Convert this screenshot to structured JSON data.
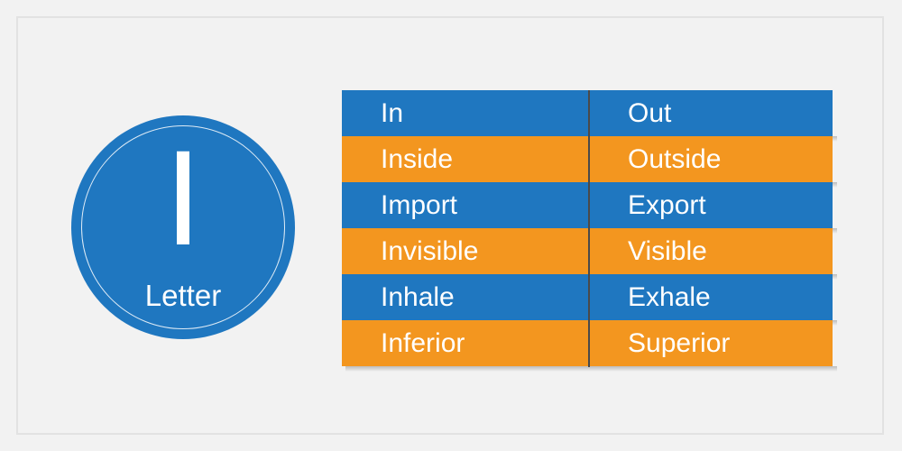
{
  "slide": {
    "background_color": "#f2f2f2",
    "frame_border_color": "#e2e2e2"
  },
  "badge": {
    "letter": "I",
    "caption": "Letter",
    "fill_color": "#1f77c0",
    "ring_color": "#ffffff",
    "text_color": "#ffffff"
  },
  "table": {
    "blue_color": "#1f77c0",
    "orange_color": "#f3961f",
    "divider_color": "#4a4a4a",
    "text_color": "#ffffff",
    "rows": [
      {
        "style": "blue",
        "left": "In",
        "right": "Out"
      },
      {
        "style": "orange",
        "left": "Inside",
        "right": "Outside"
      },
      {
        "style": "blue",
        "left": "Import",
        "right": "Export"
      },
      {
        "style": "orange",
        "left": "Invisible",
        "right": "Visible"
      },
      {
        "style": "blue",
        "left": "Inhale",
        "right": "Exhale"
      },
      {
        "style": "orange",
        "left": "Inferior",
        "right": "Superior"
      }
    ]
  }
}
